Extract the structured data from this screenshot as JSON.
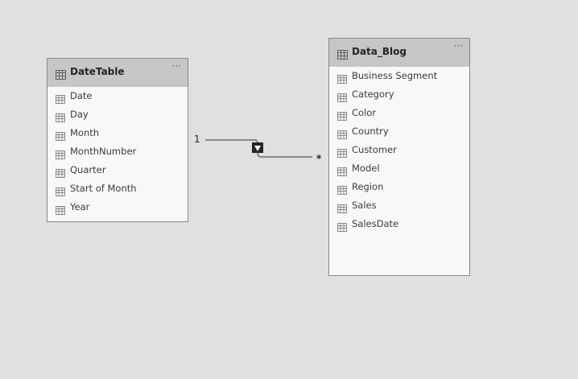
{
  "tables": [
    {
      "name": "DateTable",
      "more": "···",
      "fields": [
        "Date",
        "Day",
        "Month",
        "MonthNumber",
        "Quarter",
        "Start of Month",
        "Year"
      ]
    },
    {
      "name": "Data_Blog",
      "more": "···",
      "fields": [
        "Business Segment",
        "Category",
        "Color",
        "Country",
        "Customer",
        "Model",
        "Region",
        "Sales",
        "SalesDate"
      ]
    }
  ],
  "relationship": {
    "from_cardinality": "1",
    "to_cardinality": "*",
    "filter_direction_icon": "filter-direction-icon"
  },
  "colors": {
    "canvas": "#e1e0df",
    "header": "#c8c6c4",
    "card_body": "#f8f8f8",
    "line": "#6e6e6e"
  },
  "icons": {
    "table": "table-icon",
    "field": "field-icon",
    "more": "more-options-icon"
  }
}
